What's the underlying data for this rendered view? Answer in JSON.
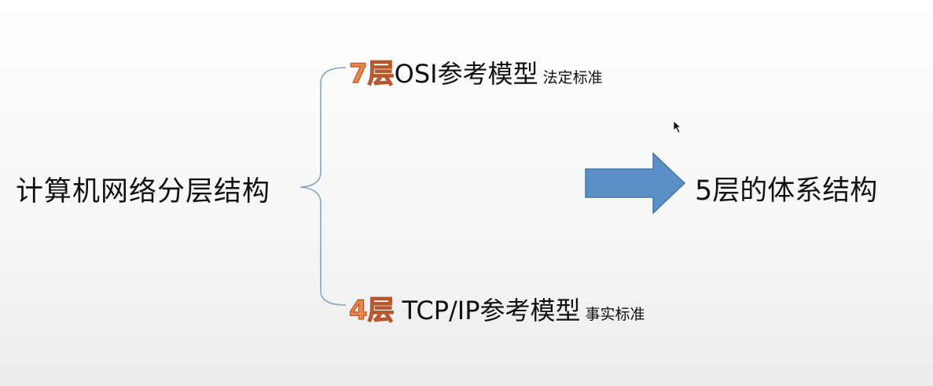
{
  "root": {
    "label": "计算机网络分层结构"
  },
  "branches": [
    {
      "number": "7层",
      "title": "OSI参考模型",
      "note": "法定标准"
    },
    {
      "number": "4层",
      "title": "TCP/IP参考模型",
      "note": "事实标准"
    }
  ],
  "result": {
    "label": "5层的体系结构"
  },
  "colors": {
    "accent_number": "#e8864a",
    "brace": "#7fa6c9",
    "arrow_fill": "#5b8fc8",
    "arrow_stroke": "#4a78a8"
  },
  "icons": {
    "pointer": "mouse-pointer-icon",
    "arrow": "right-arrow-icon"
  }
}
